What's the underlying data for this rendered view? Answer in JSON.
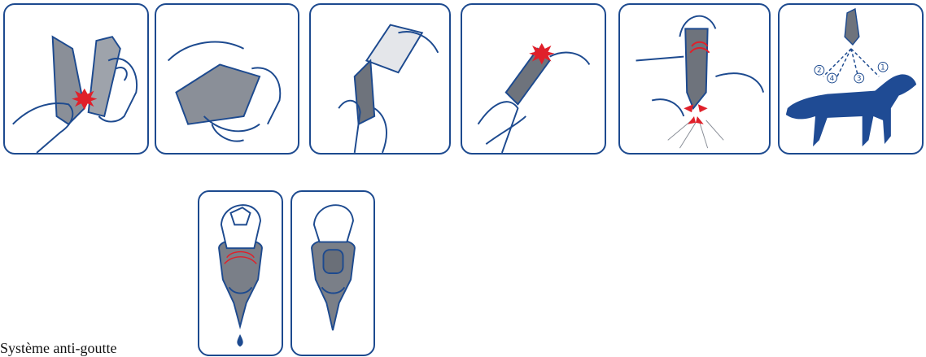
{
  "caption": "Système anti-goutte",
  "steps": [
    {
      "name": "step-1-separate-pipettes"
    },
    {
      "name": "step-2-open-blister"
    },
    {
      "name": "step-3-remove-pipette"
    },
    {
      "name": "step-4-snap-tip"
    },
    {
      "name": "step-5-part-hair-apply"
    },
    {
      "name": "step-6-apply-spots-on-dog",
      "spot_labels": [
        "1",
        "2",
        "3",
        "4"
      ]
    }
  ],
  "detail": [
    {
      "name": "squeeze-pipette-drop"
    },
    {
      "name": "pipette-released"
    }
  ],
  "colors": {
    "border": "#1d4a8f",
    "outline": "#1d4a8f",
    "pipette": "#6e737c",
    "accent": "#e0202a",
    "dog": "#1f4b94"
  }
}
